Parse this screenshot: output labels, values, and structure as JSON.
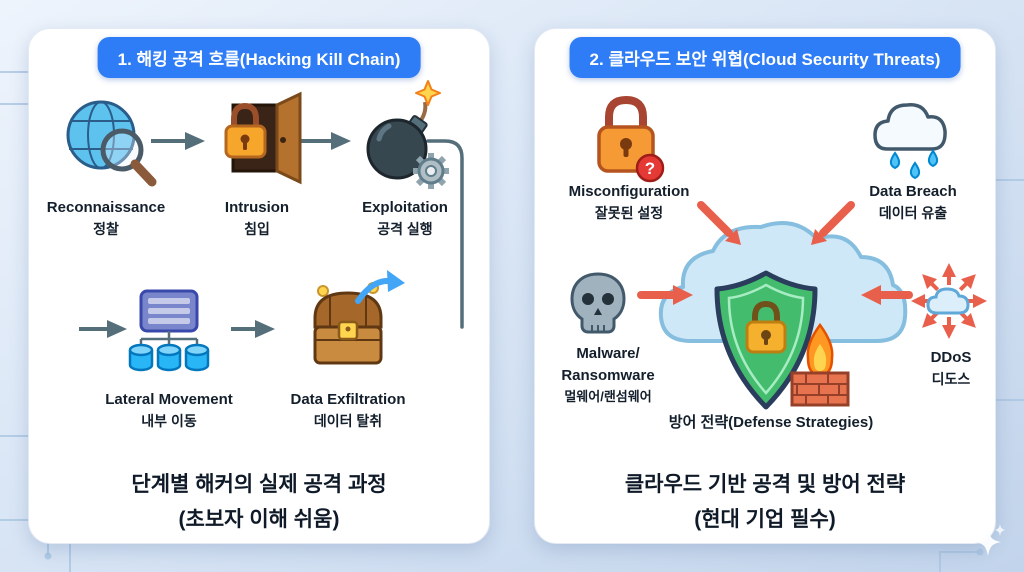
{
  "left_panel": {
    "header": "1. 해킹 공격 흐름(Hacking Kill Chain)",
    "steps": [
      {
        "name": "Reconnaissance",
        "korean": "정찰"
      },
      {
        "name": "Intrusion",
        "korean": "침입"
      },
      {
        "name": "Exploitation",
        "korean": "공격 실행"
      },
      {
        "name": "Lateral Movement",
        "korean": "내부 이동"
      },
      {
        "name": "Data Exfiltration",
        "korean": "데이터 탈취"
      }
    ],
    "caption": {
      "line1": "단계별 해커의 실제 공격 과정",
      "line2": "(초보자 이해 쉬움)"
    }
  },
  "right_panel": {
    "header": "2. 클라우드 보안 위협(Cloud Security Threats)",
    "threats": [
      {
        "name": "Misconfiguration",
        "korean": "잘못된 설정"
      },
      {
        "name": "Data Breach",
        "korean": "데이터 유출"
      },
      {
        "name_line1": "Malware/",
        "name_line2": "Ransomware",
        "korean": "멀웨어/랜섬웨어"
      },
      {
        "name": "DDoS",
        "korean": "디도스"
      }
    ],
    "defense_label": "방어 전략(Defense Strategies)",
    "caption": {
      "line1": "클라우드 기반 공격 및 방어 전략",
      "line2": "(현대 기업 필수)"
    }
  },
  "icons": {
    "question_badge": "?"
  },
  "colors": {
    "header_blue": "#2e7cf6",
    "attack_arrow_red": "#e8604c",
    "flow_arrow_gray": "#546e7a",
    "shield_green": "#43bd6d",
    "cloud_blue": "#cfe8f7",
    "background_top": "#eef4fc",
    "background_bottom": "#c2d4eb"
  }
}
